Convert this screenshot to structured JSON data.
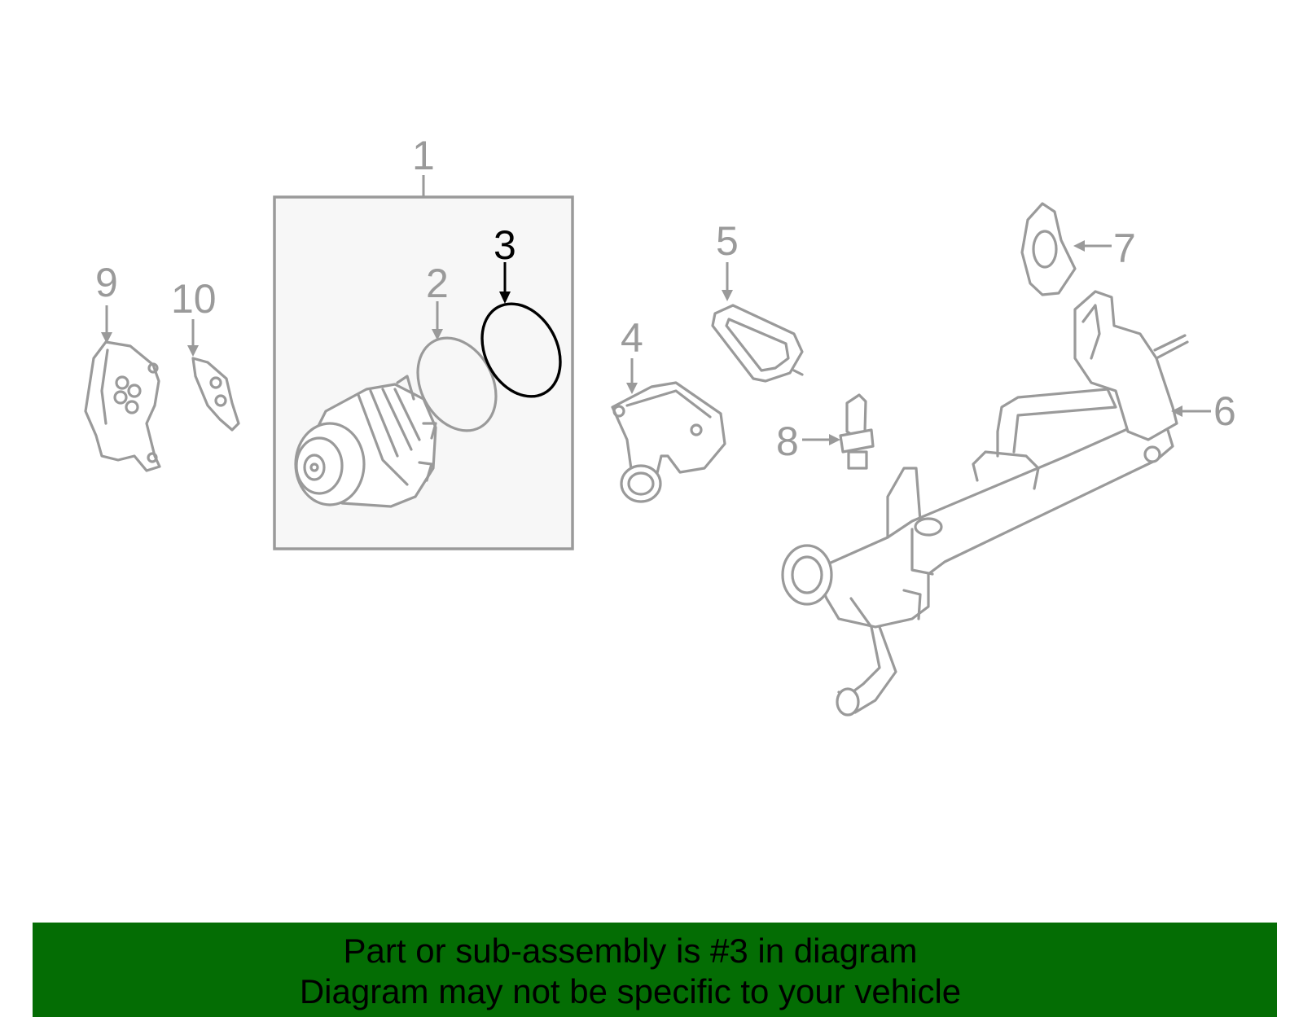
{
  "callouts": {
    "c1": "1",
    "c2": "2",
    "c3": "3",
    "c4": "4",
    "c5": "5",
    "c6": "6",
    "c7": "7",
    "c8": "8",
    "c9": "9",
    "c10": "10"
  },
  "highlighted_part": "3",
  "colors": {
    "part_stroke": "#9a9a9a",
    "highlight": "#000000",
    "banner_bg": "#046d04",
    "box_fill": "#f7f7f7"
  },
  "banner": {
    "line1": "Part or sub-assembly is #3 in diagram",
    "line2": "Diagram may not be specific to your vehicle"
  }
}
